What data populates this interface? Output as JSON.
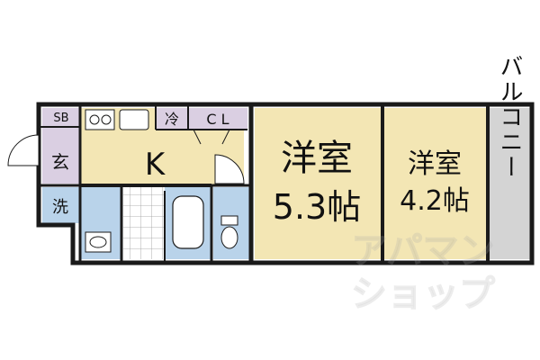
{
  "rooms": {
    "sb": "SB",
    "genkan": "玄",
    "sentaku": "洗",
    "kitchen": "K",
    "reizouko": "冷",
    "closet": "C L",
    "yoshitsu1_name": "洋室",
    "yoshitsu1_size": "5.3帖",
    "yoshitsu2_name": "洋室",
    "yoshitsu2_size": "4.2帖",
    "balcony": "バルコニー"
  },
  "watermark": {
    "line1": "アパマン",
    "line2": "ショップ"
  },
  "colors": {
    "room": "#f3e6b4",
    "wet": "#b9d3ea",
    "storage": "#dacfe2",
    "balcony": "#d4d4d4",
    "wall": "#1a1a1a"
  }
}
